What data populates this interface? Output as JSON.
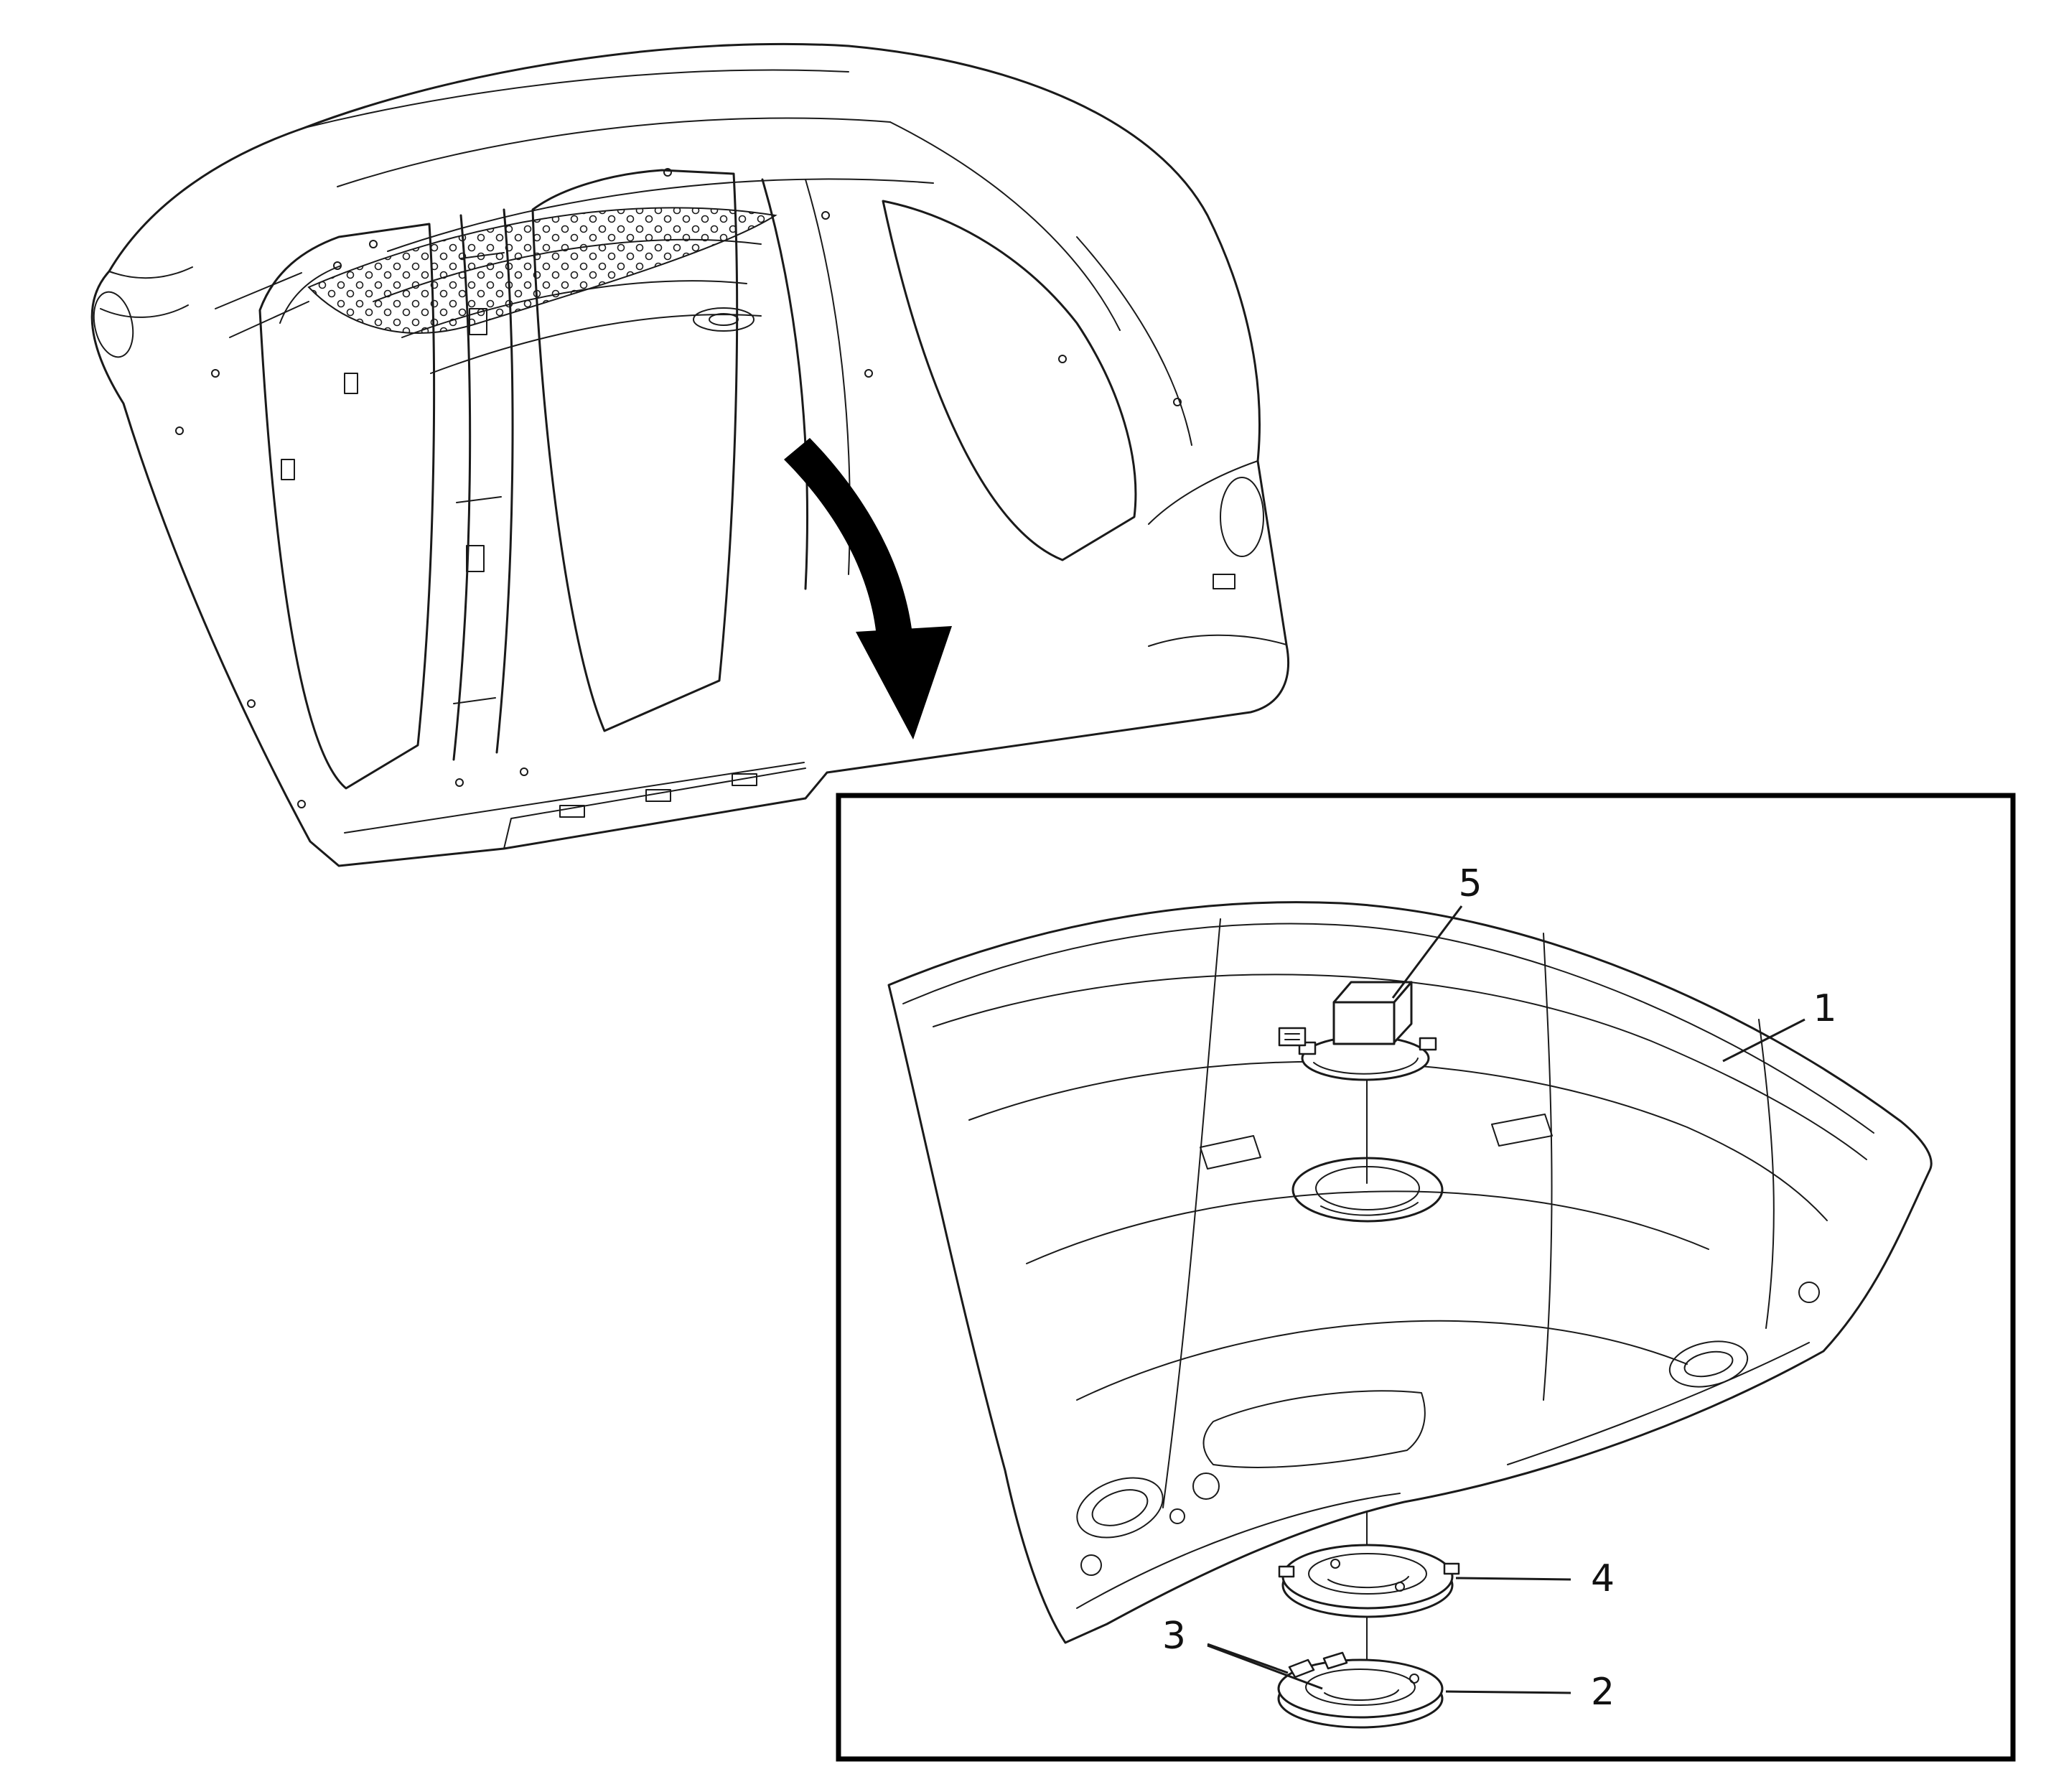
{
  "figure": {
    "callouts": {
      "item1": "1",
      "item2": "2",
      "item3": "3",
      "item4": "4",
      "item5": "5"
    },
    "colors": {
      "line": "#1a1a1a",
      "background": "#ffffff",
      "arrow_fill": "#000000"
    }
  }
}
